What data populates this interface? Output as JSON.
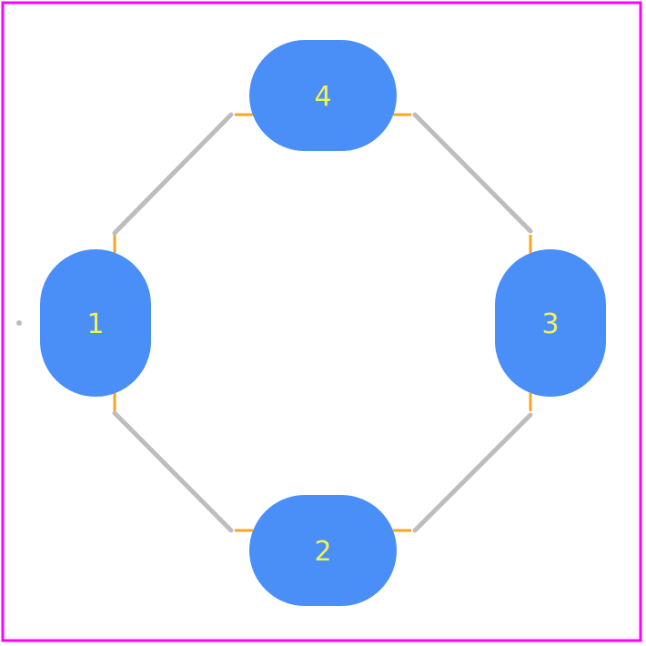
{
  "diagram": {
    "board_outline_color": "#ff00ff",
    "pad_color": "#4a8ef7",
    "pad_label_color": "#f2f25a",
    "silkscreen_color": "#bdbdbd",
    "courtyard_color": "#f5a623",
    "pads": [
      {
        "label": "1",
        "orientation": "vertical"
      },
      {
        "label": "2",
        "orientation": "horizontal"
      },
      {
        "label": "3",
        "orientation": "vertical"
      },
      {
        "label": "4",
        "orientation": "horizontal"
      }
    ]
  }
}
